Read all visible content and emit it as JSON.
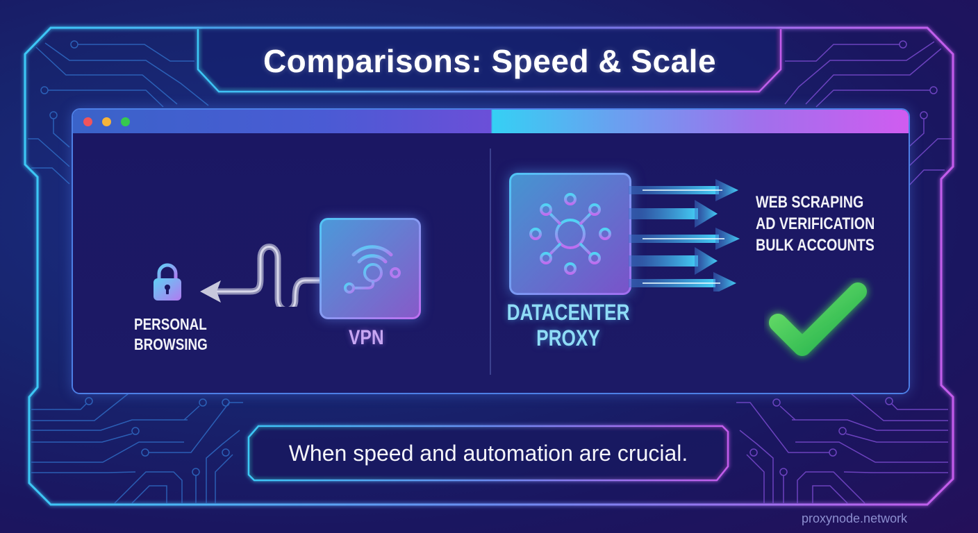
{
  "title": "Comparisons: Speed & Scale",
  "window": {
    "traffic_lights": {
      "close": "#f0545c",
      "minimize": "#f5b43a",
      "maximize": "#36c94f"
    },
    "left_panel": {
      "icon": "vpn-icon",
      "label": "VPN",
      "destination_icon": "lock-icon",
      "destination_label_line1": "PERSONAL",
      "destination_label_line2": "BROWSING",
      "connector": "winding-arrow-left"
    },
    "right_panel": {
      "icon": "datacenter-hub-icon",
      "label_line1": "DATACENTER",
      "label_line2": "PROXY",
      "connector": "parallel-arrows-right",
      "arrow_count": 5,
      "use_cases": [
        "WEB SCRAPING",
        "AD VERIFICATION",
        "BULK ACCOUNTS"
      ],
      "status_icon": "checkmark-icon"
    }
  },
  "footer": {
    "caption": "When speed and automation are crucial."
  },
  "watermark": "proxynode.network",
  "colors": {
    "accent_cyan": "#3ccdf5",
    "accent_purple": "#c65cf0",
    "check_green": "#3fd45a",
    "background": "#1a1d6a"
  }
}
